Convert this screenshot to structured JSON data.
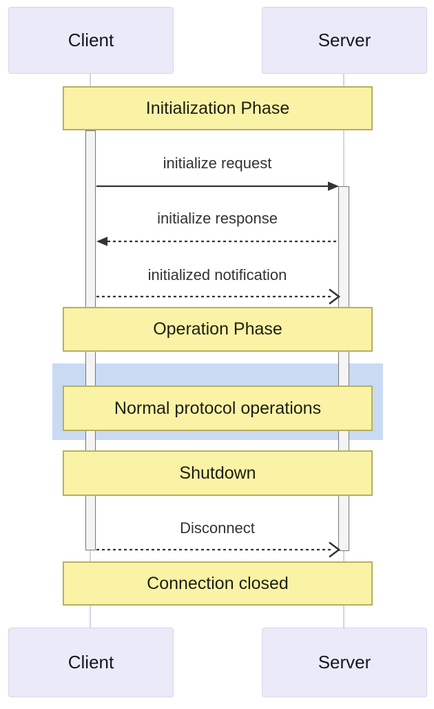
{
  "diagram": {
    "type": "sequence",
    "actors": [
      {
        "id": "client",
        "label": "Client"
      },
      {
        "id": "server",
        "label": "Server"
      }
    ],
    "notes": [
      {
        "id": "initialization-phase",
        "label": "Initialization Phase",
        "span": "Client,Server"
      },
      {
        "id": "operation-phase",
        "label": "Operation Phase",
        "span": "Client,Server"
      },
      {
        "id": "normal-protocol-operations",
        "label": "Normal protocol operations",
        "span": "Client,Server",
        "highlighted": true
      },
      {
        "id": "shutdown",
        "label": "Shutdown",
        "span": "Client,Server"
      },
      {
        "id": "connection-closed",
        "label": "Connection closed",
        "span": "Client,Server"
      }
    ],
    "messages": [
      {
        "id": "initialize-request",
        "label": "initialize request",
        "from": "client",
        "to": "server",
        "line": "solid",
        "arrowhead": "filled"
      },
      {
        "id": "initialize-response",
        "label": "initialize response",
        "from": "server",
        "to": "client",
        "line": "dashed",
        "arrowhead": "filled"
      },
      {
        "id": "initialized-notification",
        "label": "initialized notification",
        "from": "client",
        "to": "server",
        "line": "dashed",
        "arrowhead": "open"
      },
      {
        "id": "disconnect",
        "label": "Disconnect",
        "from": "client",
        "to": "server",
        "line": "dashed",
        "arrowhead": "open"
      }
    ],
    "colors": {
      "actor_fill": "#ebeaf8",
      "actor_border": "#d7d4ea",
      "note_fill": "#faf3a6",
      "note_border": "#b7af5e",
      "highlight_fill": "#c9daf3",
      "activation_fill": "#f4f4f4",
      "activation_border": "#767676",
      "lifeline": "#d5d1e8",
      "arrow": "#333333",
      "message_text": "#333333"
    }
  }
}
